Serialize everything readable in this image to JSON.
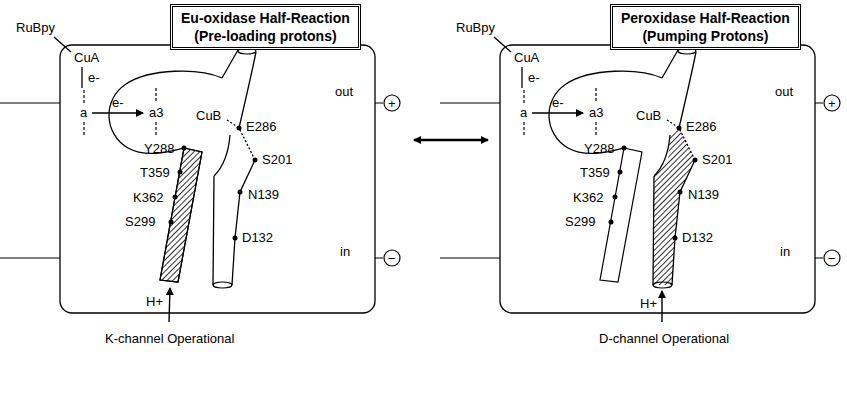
{
  "diagram": {
    "nodes": [
      {
        "text": [
          "Eu-oxidase Half-Reaction",
          "(Pre-loading protons)"
        ]
      },
      {
        "text": [
          "Peroxidase Half-Reaction",
          "(Pumping Protons)"
        ]
      }
    ],
    "labels": [
      "RuBpy",
      "CuA",
      "e-",
      "a",
      "e-",
      "a3",
      "CuB",
      "E286",
      "S201",
      "N139",
      "Y288",
      "T359",
      "K362",
      "S299",
      "D132",
      "out",
      "+",
      "in",
      "−",
      "H+",
      "K-channel Operational",
      "RuBpy",
      "CuA",
      "e-",
      "a",
      "e-",
      "a3",
      "CuB",
      "E286",
      "S201",
      "N139",
      "Y288",
      "T359",
      "K362",
      "S299",
      "D132",
      "out",
      "+",
      "in",
      "−",
      "H+",
      "D-channel Operational"
    ]
  }
}
